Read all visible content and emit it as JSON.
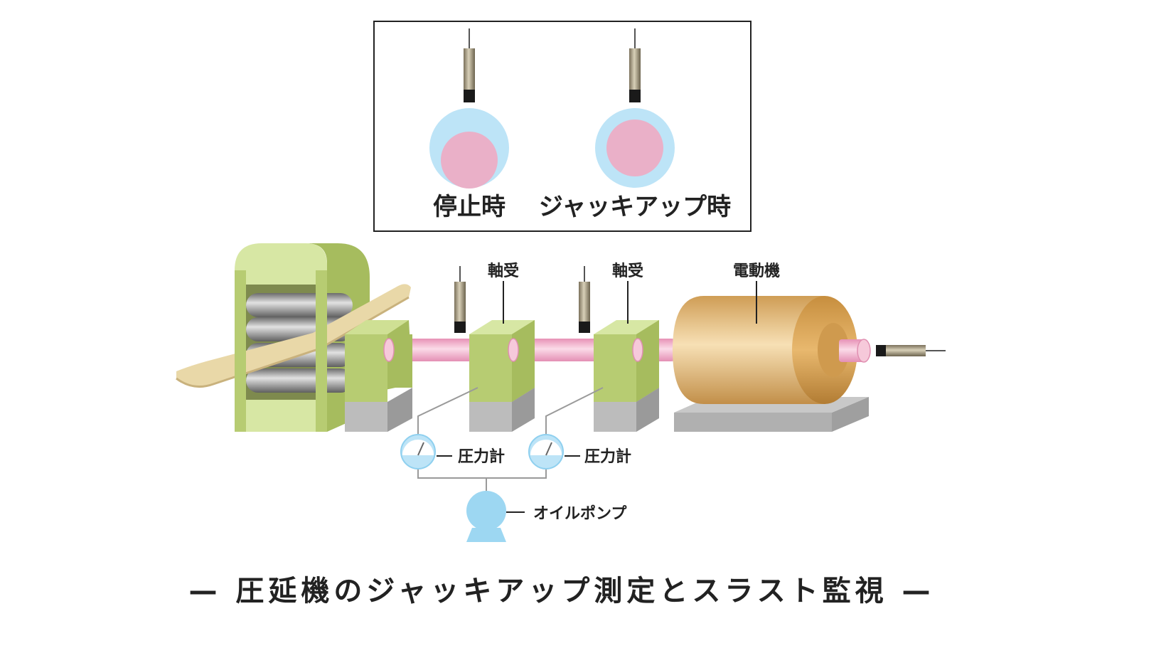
{
  "inset": {
    "state_left": "停止時",
    "state_right": "ジャッキアップ時"
  },
  "labels": {
    "bearing_1": "軸受",
    "bearing_2": "軸受",
    "motor": "電動機",
    "pressure_gauge_1": "圧力計",
    "pressure_gauge_2": "圧力計",
    "oil_pump": "オイルポンプ"
  },
  "title": "— 圧延機のジャッキアップ測定とスラスト監視 —",
  "colors": {
    "frame_green": "#b7cc72",
    "frame_light": "#d7e7a4",
    "shaft_pink": "#f2b6cf",
    "journal_pink": "#eab0c8",
    "clearance_blue": "#bde4f7",
    "pump_blue": "#9dd7f2",
    "motor_tan": "#e0b676",
    "base_gray": "#a9a9a9"
  }
}
